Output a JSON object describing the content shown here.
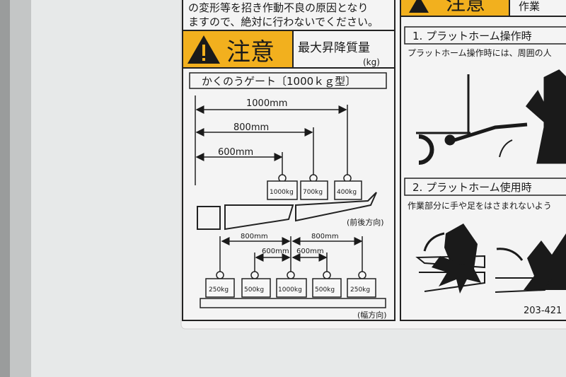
{
  "top_text": {
    "line1": "の変形等を招き作動不良の原因となり",
    "line2": "ますので、絶対に行わないでください。"
  },
  "left_panel": {
    "caution_label": "注意",
    "title": "最大昇降質量",
    "unit": "(kg)",
    "gate_title": "かくのうゲート〔1000ｋｇ型〕",
    "front_back": {
      "distances": [
        "1000mm",
        "800mm",
        "600mm"
      ],
      "weights": [
        "1000kg",
        "700kg",
        "400kg"
      ],
      "direction_label": "(前後方向)"
    },
    "width": {
      "outer_distances": [
        "800mm",
        "800mm"
      ],
      "inner_distances": [
        "600mm",
        "600mm"
      ],
      "weights": [
        "250kg",
        "500kg",
        "1000kg",
        "500kg",
        "250kg"
      ],
      "direction_label": "(幅方向)"
    }
  },
  "right_panel": {
    "caution_label": "注意",
    "header_text": "作業",
    "section1": {
      "title": "1. プラットホーム操作時",
      "text": "プラットホーム操作時には、周囲の人"
    },
    "section2": {
      "title": "2. プラットホーム使用時",
      "text": "作業部分に手や足をはさまれないよう"
    },
    "part_number": "203-421"
  },
  "colors": {
    "caution_yellow": "#f2b01e",
    "label_white": "#f3f3f3",
    "ink": "#1a1a1a"
  }
}
